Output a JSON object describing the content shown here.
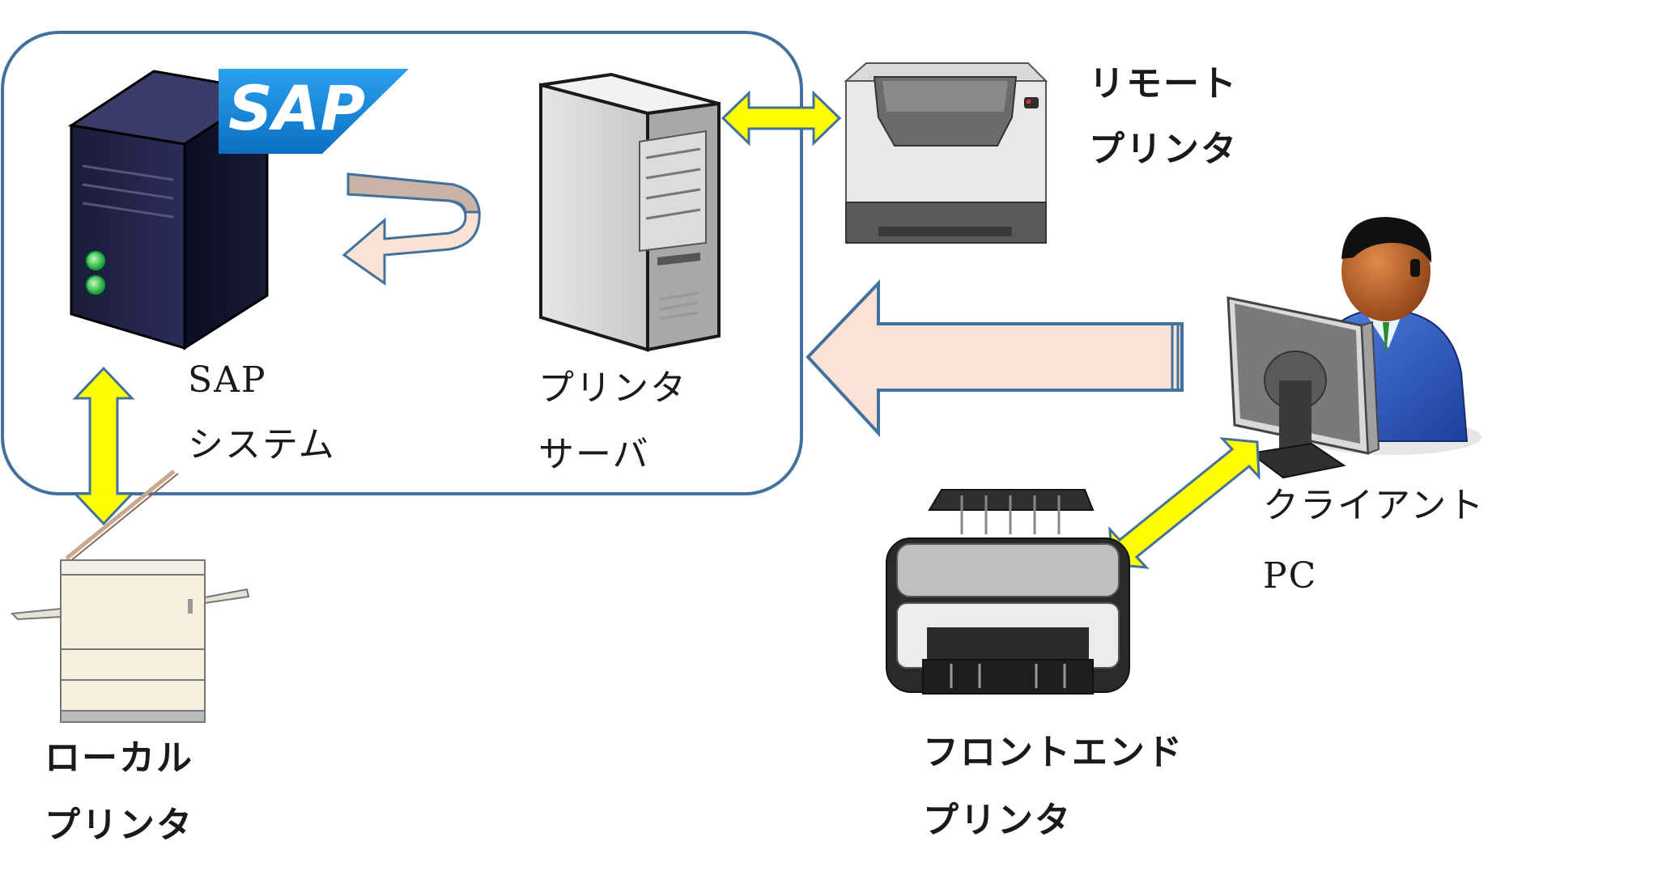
{
  "logo": {
    "text": "SAP"
  },
  "nodes": {
    "sap_system": {
      "line1": "SAP",
      "line2": "システム"
    },
    "print_server": {
      "line1": "プリンタ",
      "line2": "サーバ"
    },
    "remote_printer": {
      "line1": "リモート",
      "line2": "プリンタ"
    },
    "client_pc": {
      "line1": "クライアント",
      "line2": "PC"
    },
    "frontend_printer": {
      "line1": "フロントエンド",
      "line2": "プリンタ"
    },
    "local_printer": {
      "line1": "ローカル",
      "line2": "プリンタ"
    }
  },
  "colors": {
    "boundary": "#41719c",
    "yellow_arrow": "#ffff00",
    "arrow_outline": "#41719c",
    "pink_arrow": "#fbe2d5",
    "sap_blue": "#1a8cd8"
  },
  "icons": {
    "sap_server": "dark-server-icon",
    "print_server": "tower-server-icon",
    "remote_printer": "laser-printer-icon",
    "client": "user-at-computer-icon",
    "frontend_printer": "inkjet-printer-icon",
    "local_printer": "copier-icon"
  }
}
